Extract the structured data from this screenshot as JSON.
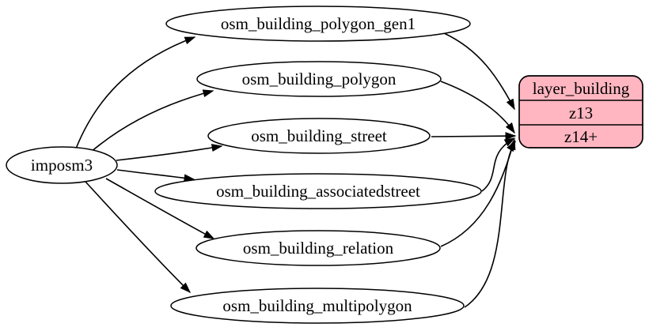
{
  "diagram": {
    "background_color": "#ffffff",
    "edge_color": "#000000",
    "table_node_fill": "#ffffff",
    "table_node_stroke": "#000000",
    "source_node": {
      "label": "imposm3"
    },
    "tables": [
      {
        "label": "osm_building_polygon_gen1"
      },
      {
        "label": "osm_building_polygon"
      },
      {
        "label": "osm_building_street"
      },
      {
        "label": "osm_building_associatedstreet"
      },
      {
        "label": "osm_building_relation"
      },
      {
        "label": "osm_building_multipolygon"
      }
    ],
    "layer_node": {
      "title": "layer_building",
      "rows": [
        "z13",
        "z14+"
      ],
      "fill": "#ffb6c1",
      "stroke": "#000000"
    },
    "edges": [
      {
        "from": "imposm3",
        "to": "osm_building_polygon_gen1"
      },
      {
        "from": "imposm3",
        "to": "osm_building_polygon"
      },
      {
        "from": "imposm3",
        "to": "osm_building_street"
      },
      {
        "from": "imposm3",
        "to": "osm_building_associatedstreet"
      },
      {
        "from": "imposm3",
        "to": "osm_building_relation"
      },
      {
        "from": "imposm3",
        "to": "osm_building_multipolygon"
      },
      {
        "from": "osm_building_polygon_gen1",
        "to": "layer_building:z13"
      },
      {
        "from": "osm_building_polygon",
        "to": "layer_building:z14+"
      },
      {
        "from": "osm_building_street",
        "to": "layer_building:z14+"
      },
      {
        "from": "osm_building_associatedstreet",
        "to": "layer_building:z14+"
      },
      {
        "from": "osm_building_relation",
        "to": "layer_building:z14+"
      },
      {
        "from": "osm_building_multipolygon",
        "to": "layer_building:z14+"
      }
    ]
  }
}
